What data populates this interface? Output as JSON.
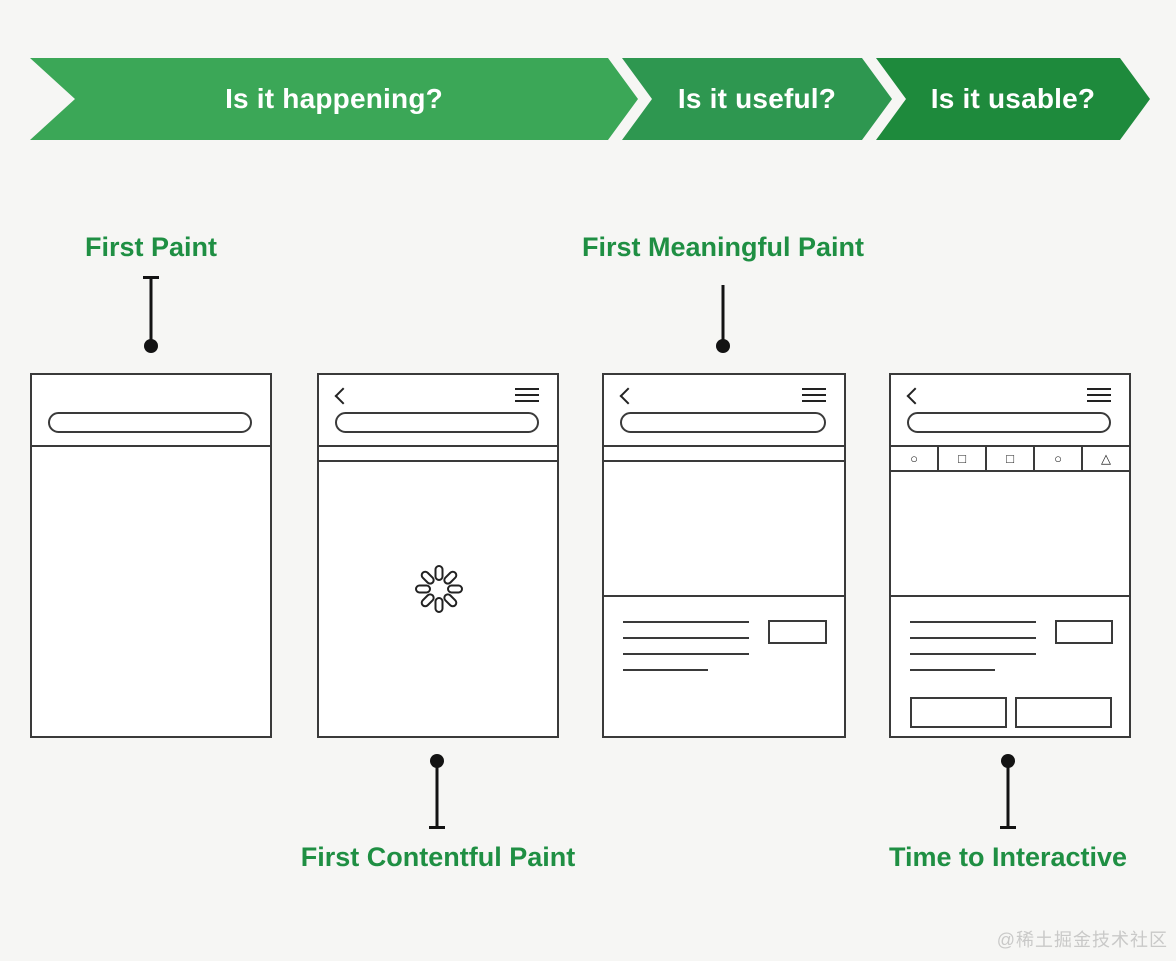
{
  "page": {
    "background": "#f6f6f4"
  },
  "banner": {
    "text_color": "#ffffff",
    "items": [
      {
        "label": "Is it happening?",
        "color": "#3BA757"
      },
      {
        "label": "Is it useful?",
        "color": "#2E9750"
      },
      {
        "label": "Is it usable?",
        "color": "#1E8A3C"
      }
    ]
  },
  "metrics": {
    "label_color": "#1F8F43",
    "first_paint": "First Paint",
    "first_meaningful_paint": "First Meaningful Paint",
    "first_contentful_paint": "First Contentful Paint",
    "time_to_interactive": "Time to Interactive"
  },
  "phones": {
    "tab_icons": [
      "○",
      "□",
      "□",
      "○",
      "△"
    ]
  },
  "watermark": {
    "text": "@稀土掘金技术社区",
    "color": "#c9c9c8"
  }
}
